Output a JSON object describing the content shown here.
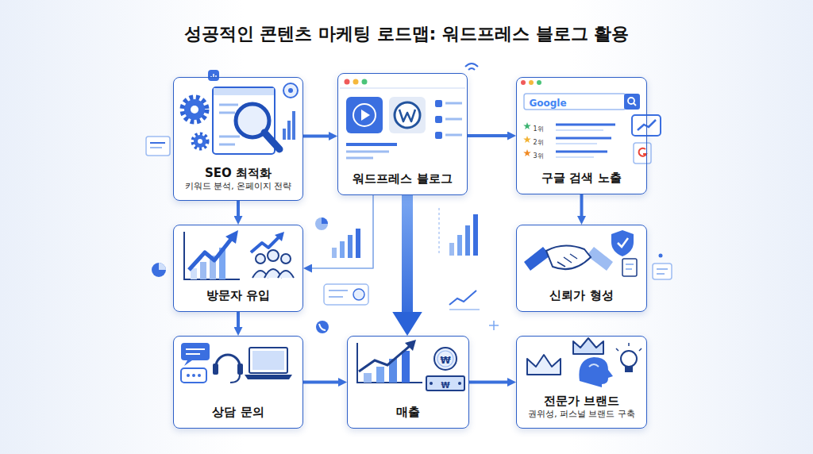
{
  "diagram": {
    "title": "성공적인 콘텐츠 마케팅 로드맵: 워드프레스 블로그 활용",
    "nodes": [
      {
        "text": [
          "SEO 최적화",
          "키워드 분석, 온페이지 전략"
        ]
      },
      {
        "text": [
          "워드프레스 블로그"
        ]
      },
      {
        "text": [
          "구글 검색 노출"
        ]
      },
      {
        "text": [
          "방문자 유입"
        ]
      },
      {
        "text": [
          "신뢰가 형성"
        ]
      },
      {
        "text": [
          "상담 문의"
        ]
      },
      {
        "text": [
          "매출"
        ]
      },
      {
        "text": [
          "전문가 브랜드",
          "권위성, 퍼스널 브랜드 구축"
        ]
      }
    ],
    "edges": [
      {
        "from": 0,
        "to": 1,
        "arrow": "to"
      },
      {
        "from": 1,
        "to": 2,
        "arrow": "to"
      },
      {
        "from": 0,
        "to": 3,
        "arrow": "to"
      },
      {
        "from": 2,
        "to": 4,
        "arrow": "to"
      },
      {
        "from": 3,
        "to": 5,
        "arrow": "to"
      },
      {
        "from": 5,
        "to": 6,
        "arrow": "to"
      },
      {
        "from": 6,
        "to": 7,
        "arrow": "to"
      },
      {
        "from": 1,
        "to": 6,
        "arrow": "to"
      },
      {
        "from": 1,
        "to": 3,
        "arrow": "to"
      }
    ],
    "labels": [
      "Google",
      "1위",
      "2위",
      "3위",
      "₩",
      "₩"
    ]
  }
}
